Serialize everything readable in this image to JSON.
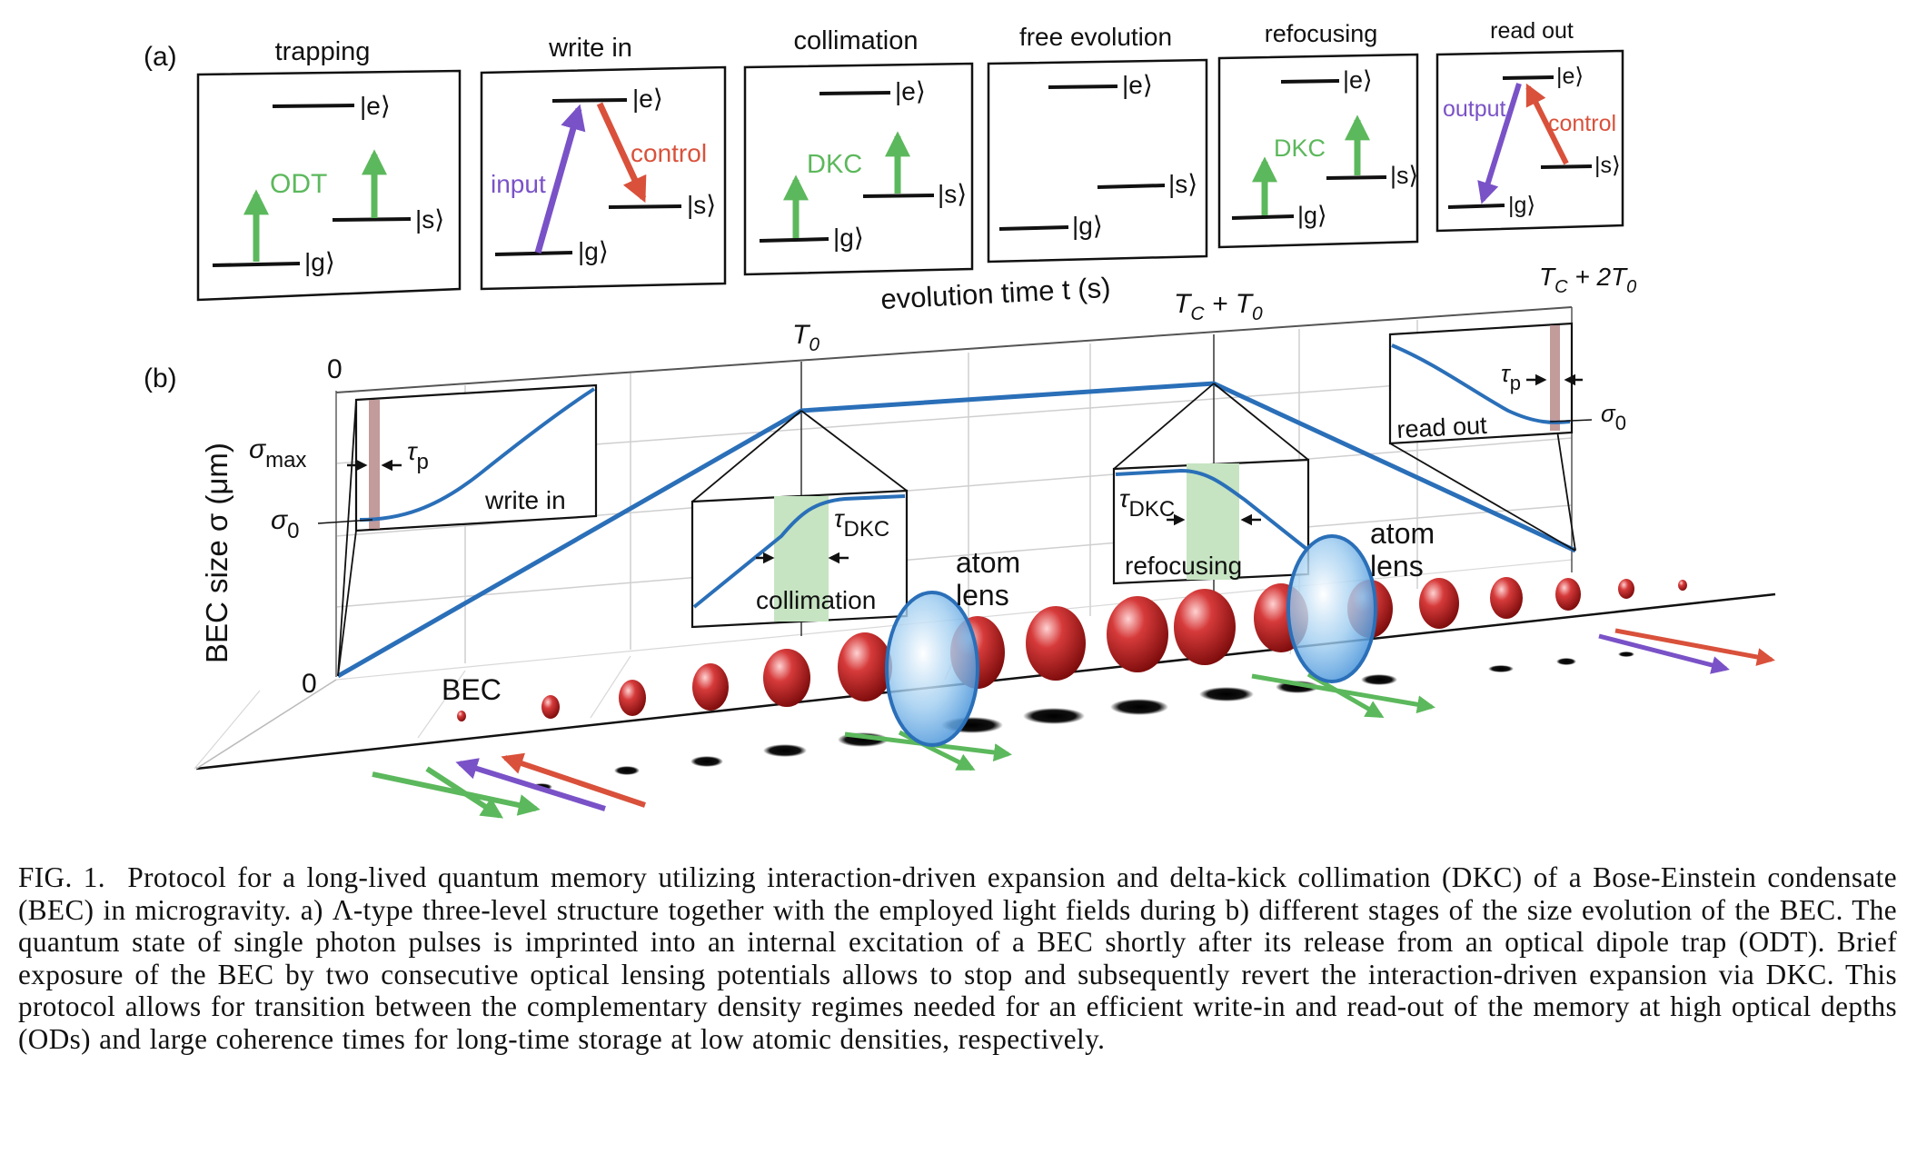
{
  "panel_a": {
    "label": "(a)",
    "stages": [
      {
        "title": "trapping",
        "beam": "ODT",
        "levels": {
          "e": "|e⟩",
          "s": "|s⟩",
          "g": "|g⟩"
        }
      },
      {
        "title": "write in",
        "beam_left": "input",
        "beam_right": "control",
        "levels": {
          "e": "|e⟩",
          "s": "|s⟩",
          "g": "|g⟩"
        }
      },
      {
        "title": "collimation",
        "beam": "DKC",
        "levels": {
          "e": "|e⟩",
          "s": "|s⟩",
          "g": "|g⟩"
        }
      },
      {
        "title": "free evolution",
        "levels": {
          "e": "|e⟩",
          "s": "|s⟩",
          "g": "|g⟩"
        }
      },
      {
        "title": "refocusing",
        "beam": "DKC",
        "levels": {
          "e": "|e⟩",
          "s": "|s⟩",
          "g": "|g⟩"
        }
      },
      {
        "title": "read out",
        "beam_left": "output",
        "beam_right": "control",
        "levels": {
          "e": "|e⟩",
          "s": "|s⟩",
          "g": "|g⟩"
        }
      }
    ],
    "colors": {
      "dkc_odt": "#5cb85c",
      "input_output": "#7a52c7",
      "control": "#d9513b"
    }
  },
  "panel_b": {
    "label": "(b)",
    "time_axis_label": "evolution time t (s)",
    "ticks": {
      "zero": "0",
      "t0": "T",
      "t0_sub": "0",
      "tc_t0": "T",
      "tc_t0_sub1": "C",
      "tc_t0_mid": " + T",
      "tc_t0_sub2": "0",
      "tc_2t0": "T",
      "tc_2t0_sub1": "C",
      "tc_2t0_mid": " + 2T",
      "tc_2t0_sub2": "0"
    },
    "y_axis_label": "BEC size σ (μm)",
    "y_zero": "0",
    "insets": {
      "write_in": {
        "label": "write in",
        "sigma_max": "σ",
        "sigma_max_sub": "max",
        "sigma_0": "σ",
        "sigma_0_sub": "0",
        "tau": "τ",
        "tau_sub": "p"
      },
      "collimation": {
        "label": "collimation",
        "tau": "τ",
        "tau_sub": "DKC"
      },
      "refocusing": {
        "label": "refocusing",
        "tau": "τ",
        "tau_sub": "DKC"
      },
      "read_out": {
        "label": "read out",
        "tau": "τ",
        "tau_sub": "p",
        "sigma_0": "σ",
        "sigma_0_sub": "0"
      }
    },
    "bec_label": "BEC",
    "lens_label_1": [
      "atom",
      "lens"
    ],
    "lens_label_2": [
      "atom",
      "lens"
    ],
    "colors": {
      "curve": "#2a6fb8",
      "bec": "#b81c1c",
      "shadow": "#111111",
      "window": "#c6e4c2"
    }
  },
  "caption": {
    "label": "FIG. 1.",
    "text": "Protocol for a long-lived quantum memory utilizing interaction-driven expansion and delta-kick collimation (DKC) of a Bose-Einstein condensate (BEC) in microgravity. a) Λ-type three-level structure together with the employed light fields during b) different stages of the size evolution of the BEC. The quantum state of single photon pulses is imprinted into an internal excitation of a BEC shortly after its release from an optical dipole trap (ODT). Brief exposure of the BEC by two consecutive optical lensing potentials allows to stop and subsequently revert the interaction-driven expansion via DKC. This protocol allows for transition between the complementary density regimes needed for an efficient write-in and read-out of the memory at high optical depths (ODs) and large coherence times for long-time storage at low atomic densities, respectively."
  }
}
